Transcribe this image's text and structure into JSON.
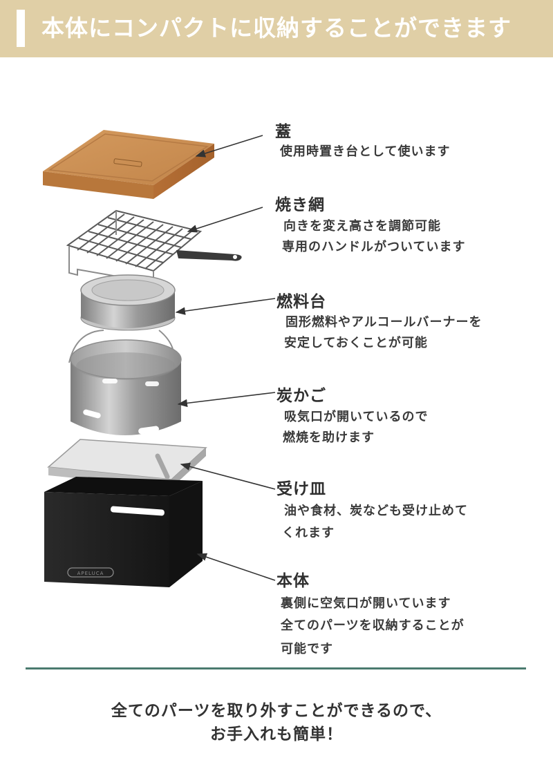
{
  "header": {
    "title": "本体にコンパクトに収納することができます",
    "background_color": "#e0cfa6",
    "accent_bar_color": "#ffffff"
  },
  "parts": [
    {
      "id": "lid",
      "label": "蓋",
      "description": [
        "使用時置き台として使います"
      ],
      "material_color": "#c98a4b"
    },
    {
      "id": "grill",
      "label": "焼き網",
      "description": [
        "向きを変え高さを調節可能",
        "専用のハンドルがついています"
      ],
      "material_color": "#9a9a9a"
    },
    {
      "id": "fuel-stand",
      "label": "燃料台",
      "description": [
        "固形燃料やアルコールバーナーを",
        "安定しておくことが可能"
      ],
      "material_color": "#b8b8b8"
    },
    {
      "id": "charcoal-basket",
      "label": "炭かご",
      "description": [
        "吸気口が開いているので",
        "燃焼を助けます"
      ],
      "material_color": "#a8a8a8"
    },
    {
      "id": "drip-tray",
      "label": "受け皿",
      "description": [
        "油や食材、炭なども受け止めて",
        "くれます"
      ],
      "material_color": "#d8d8d8"
    },
    {
      "id": "body",
      "label": "本体",
      "description": [
        "裏側に空気口が開いています",
        "全てのパーツを収納することが",
        "可能です"
      ],
      "material_color": "#1e1e1e"
    }
  ],
  "product": {
    "brand_logo": "APELUCA"
  },
  "divider_color": "#4a7a6e",
  "footer": {
    "lines": [
      "全てのパーツを取り外すことができるので、",
      "お手入れも簡単！"
    ]
  }
}
